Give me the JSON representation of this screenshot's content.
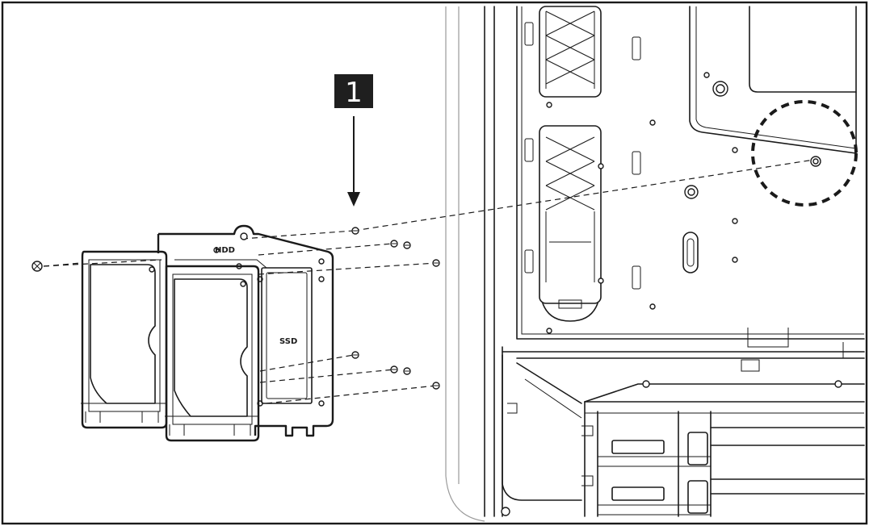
{
  "step": {
    "number": "1"
  },
  "labels": {
    "hdd": "HDD",
    "ssd": "SSD"
  },
  "icons": [
    "screw-icon",
    "arrow-down-icon",
    "dashed-circle-highlight"
  ],
  "colors": {
    "line": "#1a1a1a",
    "step_box": "#1f1f1f",
    "background": "#ffffff"
  }
}
